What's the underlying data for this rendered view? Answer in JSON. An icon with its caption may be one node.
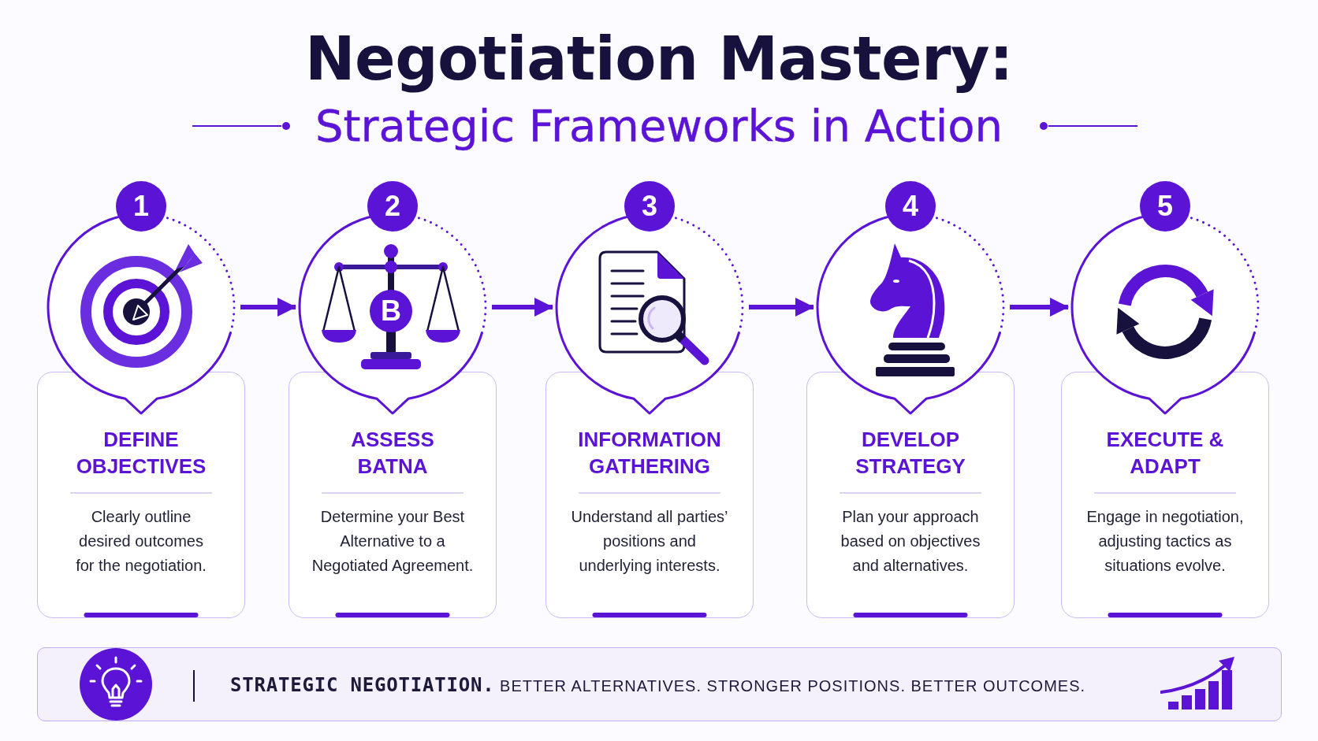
{
  "diagram": {
    "title": "Negotiation Mastery:",
    "nodes": [
      {
        "text": [
          "1"
        ]
      },
      {
        "text": [],
        "shape": "circle"
      },
      {
        "text": [
          "DEFINE OBJECTIVES",
          "Clearly outline desired outcomes for the negotiation."
        ]
      },
      {
        "text": [
          "2"
        ]
      },
      {
        "text": [],
        "shape": "circle"
      },
      {
        "text": [
          "ASSESS BATNA",
          "Determine your Best Alternative to a Negotiated Agreement."
        ]
      },
      {
        "text": [
          "3"
        ]
      },
      {
        "text": [],
        "shape": "circle"
      },
      {
        "text": [
          "INFORMATION GATHERING",
          "Understand all parties’ positions and underlying interests."
        ]
      },
      {
        "text": [
          "4"
        ]
      },
      {
        "text": [],
        "shape": "circle"
      },
      {
        "text": [
          "DEVELOP STRATEGY",
          "Plan your approach based on objectives and alternatives."
        ]
      },
      {
        "text": [
          "5"
        ]
      },
      {
        "text": [],
        "shape": "circle"
      },
      {
        "text": [
          "EXECUTE & ADAPT",
          "Engage in negotiation, adjusting tactics as situations evolve."
        ]
      },
      {
        "text": [
          "**STRATEGIC NEGOTIATION.** BETTER ALTERNATIVES. STRONGER POSITIONS. BETTER OUTCOMES."
        ]
      }
    ],
    "edges": [
      {
        "from": 1,
        "to": 4,
        "arrow": "to"
      },
      {
        "from": 4,
        "to": 7,
        "arrow": "to"
      },
      {
        "from": 7,
        "to": 10,
        "arrow": "to"
      },
      {
        "from": 10,
        "to": 13,
        "arrow": "to"
      }
    ],
    "labels": [
      "Strategic Frameworks in Action",
      "B"
    ]
  }
}
